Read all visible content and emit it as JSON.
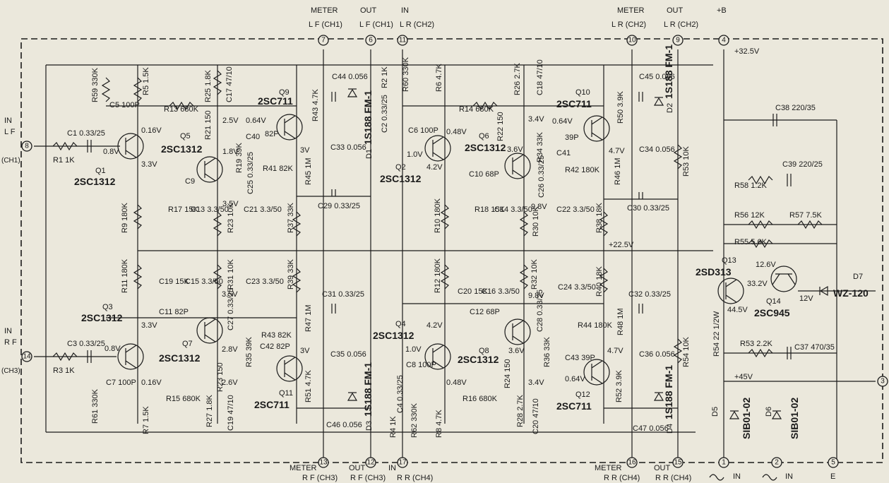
{
  "header": {
    "meter_lf": "METER",
    "meter_lf_sub": "L F (CH1)",
    "out_lf": "OUT",
    "out_lf_sub": "L F (CH1)",
    "in_lr": "IN",
    "in_lr_sub": "L R (CH2)",
    "meter_lr": "METER",
    "meter_lr_sub": "L R (CH2)",
    "out_lr": "OUT",
    "out_lr_sub": "L R (CH2)",
    "plus_b": "+B"
  },
  "footer": {
    "meter_rf": "METER",
    "meter_rf_sub": "R F (CH3)",
    "out_rf": "OUT",
    "out_rf_sub": "R F (CH3)",
    "in_rr": "IN",
    "in_rr_sub": "R R (CH4)",
    "meter_rr": "METER",
    "meter_rr_sub": "R R (CH4)",
    "out_rr": "OUT",
    "out_rr_sub": "R R (CH4)",
    "ac_in_1": "IN",
    "ac_in_2": "IN",
    "earth": "E"
  },
  "side": {
    "in_lf": "IN",
    "lf": "L F",
    "ch1": "(CH1)",
    "in_rf": "IN",
    "rf": "R F",
    "ch3": "(CH3)"
  },
  "pins": [
    "7",
    "6",
    "11",
    "10",
    "9",
    "4",
    "8",
    "14",
    "13",
    "12",
    "17",
    "16",
    "15",
    "1",
    "2",
    "5",
    "3"
  ],
  "transistors": [
    {
      "ref": "Q1",
      "type": "2SC1312"
    },
    {
      "ref": "Q2",
      "type": "2SC1312"
    },
    {
      "ref": "Q3",
      "type": "2SC1312"
    },
    {
      "ref": "Q4",
      "type": "2SC1312"
    },
    {
      "ref": "Q5",
      "type": "2SC1312"
    },
    {
      "ref": "Q6",
      "type": "2SC1312"
    },
    {
      "ref": "Q7",
      "type": "2SC1312"
    },
    {
      "ref": "Q8",
      "type": "2SC1312"
    },
    {
      "ref": "Q9",
      "type": "2SC711"
    },
    {
      "ref": "Q10",
      "type": "2SC711"
    },
    {
      "ref": "Q11",
      "type": "2SC711"
    },
    {
      "ref": "Q12",
      "type": "2SC711"
    },
    {
      "ref": "Q13",
      "type": "2SD313"
    },
    {
      "ref": "Q14",
      "type": "2SC945"
    }
  ],
  "diodes": [
    {
      "ref": "D1",
      "type": "1S188 FM-1"
    },
    {
      "ref": "D2",
      "type": "1S188 FM-1"
    },
    {
      "ref": "D3",
      "type": "1S188 FM-1"
    },
    {
      "ref": "D4",
      "type": "1S188 FM-1"
    },
    {
      "ref": "D5",
      "type": "SIB01-02"
    },
    {
      "ref": "D6",
      "type": "SIB01-02"
    },
    {
      "ref": "D7",
      "type": "WZ-120"
    }
  ],
  "components": [
    "R59 330K",
    "R5 1.5K",
    "C5 100P",
    "R13 680K",
    "R25 1.8K",
    "C17 47/10",
    "C1 0.33/25",
    "R1 1K",
    "R21 150",
    "82P",
    "C40",
    "R41 82K",
    "R19 39K",
    "C25 0.33/25",
    "C9",
    "R17 15K",
    "C13 3.3/50",
    "R23 10K",
    "C21 3.3/50",
    "C44 0.056",
    "R43 4.7K",
    "C33 0.056",
    "R45 1M",
    "C29 0.33/25",
    "R37 33K",
    "R9 180K",
    "R2 1K",
    "R60 330K",
    "R6 4.7K",
    "C2 0.33/25",
    "C6 100P",
    "R14 680K",
    "R26 2.7K",
    "C18 47/10",
    "R22 150",
    "R34 33K",
    "C10 68P",
    "C26 0.33/25",
    "R18 15K",
    "C14 3.3/50",
    "R10 180K",
    "R30 10K",
    "C22 3.3/50",
    "39P",
    "C41",
    "R42 180K",
    "C45 0.056",
    "R50 3.9K",
    "C34 0.056",
    "R46 1M",
    "C30 0.33/25",
    "R38 18K",
    "R53 10K",
    "C38 220/35",
    "C39 220/25",
    "R58 1.2K",
    "R56 12K",
    "R57 7.5K",
    "R55 5.6K",
    "R11 180K",
    "C19 15K",
    "C15 3.3/50",
    "R31 10K",
    "C23 3.3/50",
    "R39 33K",
    "C31 0.33/25",
    "C11 82P",
    "C27 0.33/25",
    "R43 82K",
    "C42 82P",
    "R35 39K",
    "R47 1M",
    "C35 0.056",
    "C3 0.33/25",
    "R3 1K",
    "C7 100P",
    "R61 330K",
    "R7 1.5K",
    "R15 680K",
    "R23 150",
    "R27 1.8K",
    "C19 47/10",
    "R51 4.7K",
    "C46 0.056",
    "R12 180K",
    "C20 15K",
    "C16 3.3/50",
    "R32 10K",
    "C24 3.3/50",
    "R40 18K",
    "C32 0.33/25",
    "C12 68P",
    "C28 0.33/25",
    "R44 180K",
    "R48 1M",
    "C36 0.056",
    "C8 100P",
    "R36 33K",
    "C43 39P",
    "C4 0.33/25",
    "R4 1K",
    "R62 330K",
    "R8 4.7K",
    "R16 680K",
    "R24 150",
    "R28 2.7K",
    "C20 47/10",
    "R52 3.9K",
    "C47 0.056",
    "R54 22 1/2W",
    "R53 2.2K",
    "C37 470/35",
    "R54 10K"
  ],
  "voltages": [
    "+32.5V",
    "0.16V",
    "0.8V",
    "3.3V",
    "2.5V",
    "0.64V",
    "1.8V",
    "3V",
    "3.5V",
    "0.48V",
    "1.0V",
    "4.2V",
    "3.6V",
    "3.4V",
    "0.64V",
    "4.7V",
    "9.8V",
    "+22.5V",
    "12.6V",
    "33.2V",
    "12V",
    "44.5V",
    "+45V",
    "0.8V",
    "0.16V",
    "3.3V",
    "2.8V",
    "2.6V",
    "3V",
    "3.5V",
    "4.2V",
    "1.0V",
    "0.48V",
    "3.6V",
    "3.4V",
    "9.8V",
    "4.7V",
    "0.64V"
  ]
}
